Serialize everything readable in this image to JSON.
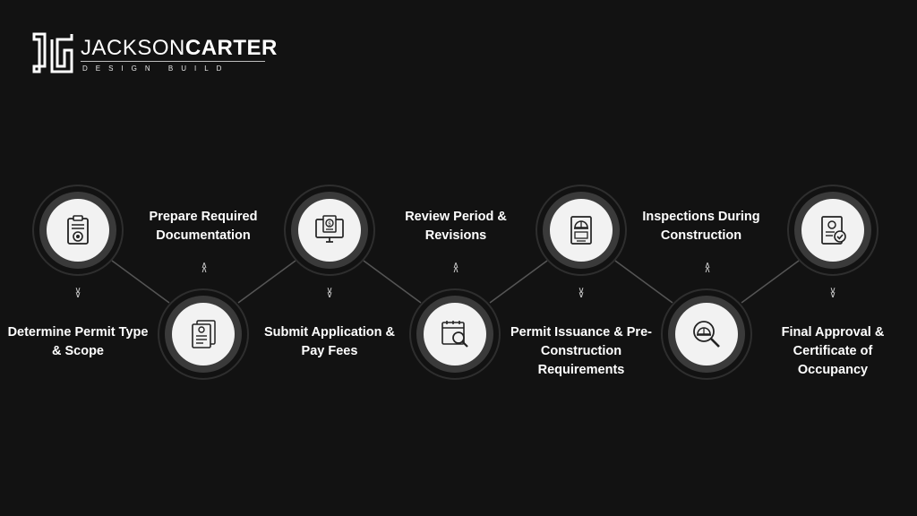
{
  "brand": {
    "name_light": "JACKSON",
    "name_bold": "CARTER",
    "tagline": "DESIGN BUILD",
    "logo_letters": "JC"
  },
  "steps": [
    {
      "label": "Determine Permit Type & Scope",
      "icon": "clipboard-checklist-icon"
    },
    {
      "label": "Prepare Required Documentation",
      "icon": "document-stack-icon"
    },
    {
      "label": "Submit Application & Pay Fees",
      "icon": "computer-payment-icon"
    },
    {
      "label": "Review Period & Revisions",
      "icon": "calendar-magnifier-icon"
    },
    {
      "label": "Permit Issuance & Pre-Construction Requirements",
      "icon": "permit-hardhat-document-icon"
    },
    {
      "label": "Inspections During Construction",
      "icon": "hardhat-magnifier-icon"
    },
    {
      "label": "Final Approval & Certificate of Occupancy",
      "icon": "certificate-check-icon"
    }
  ],
  "colors": {
    "background": "#121212",
    "node_ring": "#3a3a3a",
    "node_disc": "#f2f2f2",
    "connector": "#555555",
    "text": "#ffffff"
  }
}
